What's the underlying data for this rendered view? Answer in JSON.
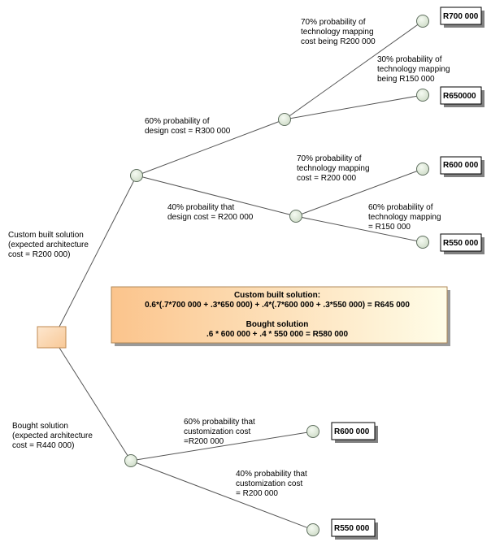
{
  "diagram": {
    "custom_branch": {
      "label": [
        "Custom built solution",
        "(expected architecture",
        "cost = R200 000)"
      ],
      "design_60": [
        "60% probability of",
        "design cost = R300 000"
      ],
      "design_40": [
        "40% probaility that",
        "design cost = R200 000"
      ],
      "tech_a70": [
        "70% probability of",
        "technology mapping",
        "cost being R200 000"
      ],
      "tech_a30": [
        "30% probability of",
        "technology mapping",
        "being  R150 000"
      ],
      "tech_b70": [
        "70% probability of",
        "technology mapping",
        "cost = R200 000"
      ],
      "tech_b60": [
        "60% probability of",
        "technology mapping",
        "= R150 000"
      ],
      "outcomes": [
        "R700 000",
        "R650000",
        "R600 000",
        "R550 000"
      ]
    },
    "bought_branch": {
      "label": [
        "Bought solution",
        "(expected architecture",
        "cost = R440 000)"
      ],
      "cust_60": [
        "60% probability that",
        "customization cost",
        "=R200 000"
      ],
      "cust_40": [
        "40% probability that",
        "customization cost",
        "= R200 000"
      ],
      "outcomes": [
        "R600 000",
        "R550 000"
      ]
    },
    "summary": {
      "custom_title": "Custom built solution:",
      "custom_formula": "0.6*(.7*700 000 + .3*650 000) + .4*(.7*600 000 + .3*550 000) = R645 000",
      "bought_title": "Bought solution",
      "bought_formula": ".6 * 600 000 + .4 * 550 000 = R580 000"
    },
    "colors": {
      "line": "#555555",
      "node_fill": "#e4ede0",
      "node_stroke": "#5f6f5f",
      "root_fill": "#fce0c2",
      "root_stroke": "#c08a50",
      "summary_left": "#fbc48c",
      "summary_right": "#fffde8"
    }
  }
}
